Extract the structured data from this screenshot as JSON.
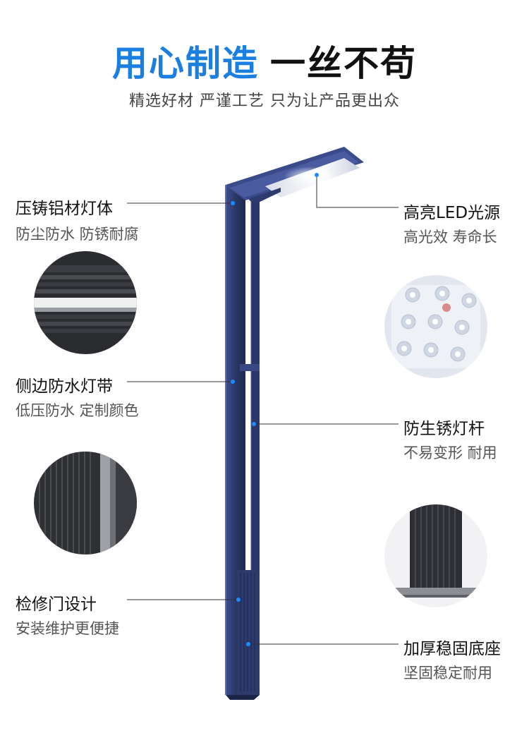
{
  "header": {
    "title_accent": "用心制造",
    "title_dark": "一丝不苟",
    "subtitle": "精选好材 严谨工艺 只为让产品更出众"
  },
  "callouts": [
    {
      "title": "压铸铝材灯体",
      "desc": "防尘防水 防锈耐腐"
    },
    {
      "title": "高亮LED光源",
      "desc": "高光效 寿命长"
    },
    {
      "title": "侧边防水灯带",
      "desc": "低压防水 定制颜色"
    },
    {
      "title": "防生锈灯杆",
      "desc": "不易变形 耐用"
    },
    {
      "title": "检修门设计",
      "desc": "安装维护更便捷"
    },
    {
      "title": "加厚稳固底座",
      "desc": "坚固稳定耐用"
    }
  ],
  "detail_images": [
    {
      "icon": "aluminum-body-detail-icon"
    },
    {
      "icon": "led-chip-detail-icon"
    },
    {
      "icon": "side-strip-detail-icon"
    },
    {
      "icon": "base-detail-icon"
    }
  ],
  "colors": {
    "accent": "#1a7fe0",
    "pole": "#2c3a66",
    "pole_edge": "#4b5fa8",
    "marker": "#1a8cff"
  }
}
